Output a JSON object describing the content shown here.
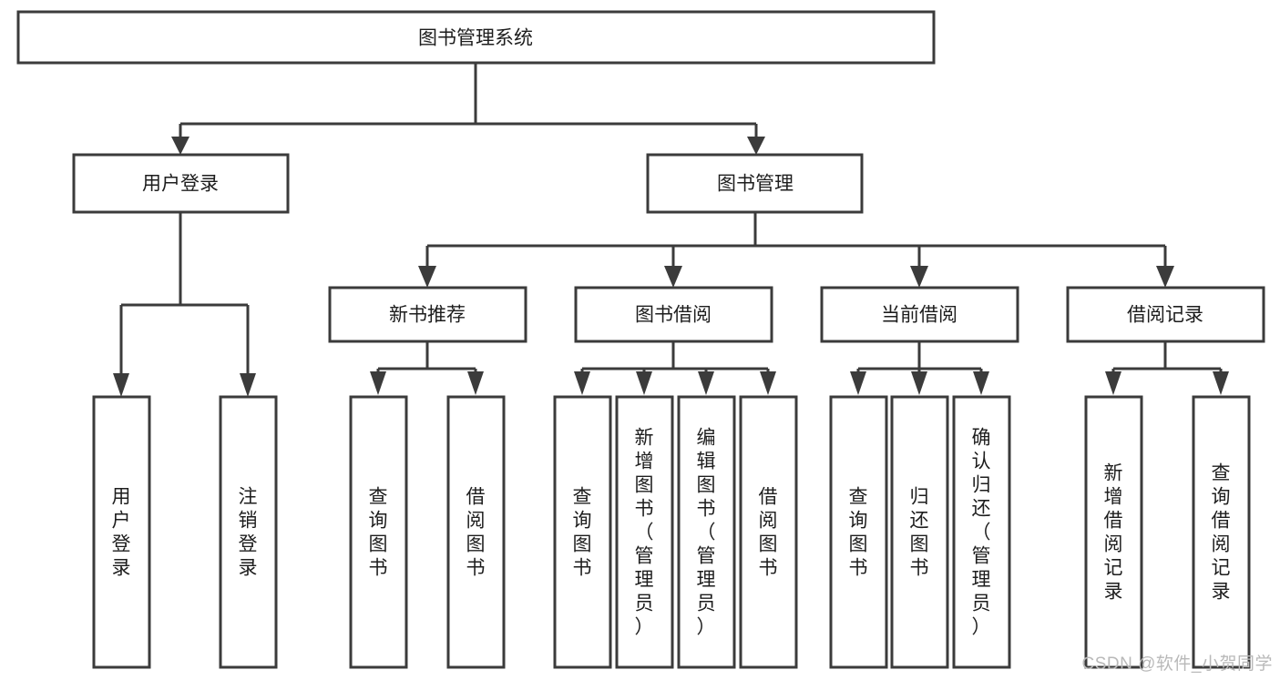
{
  "diagram": {
    "type": "tree-hierarchy-chart",
    "title": "图书管理系统",
    "watermark": "CSDN @软件_小贺同学",
    "colors": {
      "box_stroke": "#3b3b3b",
      "box_fill": "#ffffff",
      "text": "#1d1d1d",
      "background": "#ffffff",
      "watermark": "#b9b9b9"
    },
    "levels": {
      "root": {
        "label": "图书管理系统"
      },
      "level2": [
        {
          "label": "用户登录"
        },
        {
          "label": "图书管理"
        }
      ],
      "level3": [
        {
          "label": "新书推荐"
        },
        {
          "label": "图书借阅"
        },
        {
          "label": "当前借阅"
        },
        {
          "label": "借阅记录"
        }
      ]
    },
    "leaves": {
      "user_login": [
        {
          "label": "用户登录"
        },
        {
          "label": "注销登录"
        }
      ],
      "new_book_recommend": [
        {
          "label": "查询图书"
        },
        {
          "label": "借阅图书"
        }
      ],
      "book_borrow": [
        {
          "label": "查询图书"
        },
        {
          "label": "新增图书（管理员）"
        },
        {
          "label": "编辑图书（管理员）"
        },
        {
          "label": "借阅图书"
        }
      ],
      "current_borrow": [
        {
          "label": "查询图书"
        },
        {
          "label": "归还图书"
        },
        {
          "label": "确认归还（管理员）"
        }
      ],
      "borrow_record": [
        {
          "label": "新增借阅记录"
        },
        {
          "label": "查询借阅记录"
        }
      ]
    }
  }
}
